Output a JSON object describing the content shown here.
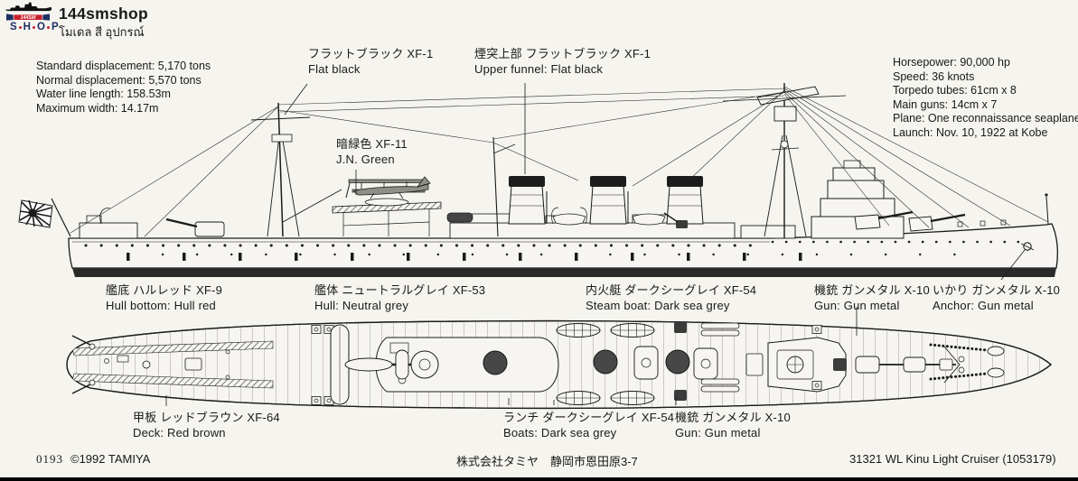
{
  "colors": {
    "paper": "#f5f4ef",
    "ink": "#1b1b1b",
    "logo_red": "#c8202a",
    "logo_navy": "#1d2f63"
  },
  "header": {
    "brand": "144smshop",
    "subtitle_thai": "โมเดล สี อุปกรณ์",
    "badge": "144SM",
    "shop_letters": [
      "S",
      "H",
      "O",
      "P"
    ]
  },
  "specs_left": {
    "lines": [
      "Standard displacement: 5,170 tons",
      "Normal displacement: 5,570 tons",
      "Water line length: 158.53m",
      "Maximum width: 14.17m"
    ]
  },
  "specs_right": {
    "lines": [
      "Horsepower: 90,000 hp",
      "Speed: 36 knots",
      "Torpedo tubes: 61cm x 8",
      "Main guns: 14cm x 7",
      "Plane: One reconnaissance seaplane",
      "Launch: Nov. 10, 1922 at Kobe"
    ]
  },
  "callouts": {
    "flat_black": {
      "jp": "フラットブラック  XF-1",
      "en": "Flat black"
    },
    "upper_funnel": {
      "jp": "煙突上部 フラットブラック  XF-1",
      "en": "Upper funnel: Flat black"
    },
    "jn_green": {
      "jp": "暗緑色  XF-11",
      "en": "J.N. Green"
    },
    "hull_bottom": {
      "jp": "艦底 ハルレッド  XF-9",
      "en": "Hull bottom: Hull red"
    },
    "hull": {
      "jp": "艦体 ニュートラルグレイ  XF-53",
      "en": "Hull: Neutral grey"
    },
    "steam_boat": {
      "jp": "内火艇 ダークシーグレイ  XF-54",
      "en": "Steam boat: Dark sea grey"
    },
    "gun_side": {
      "jp": "機銃 ガンメタル  X-10",
      "en": "Gun: Gun metal"
    },
    "anchor": {
      "jp": "いかり ガンメタル  X-10",
      "en": "Anchor: Gun metal"
    },
    "deck": {
      "jp": "甲板 レッドブラウン  XF-64",
      "en": "Deck: Red brown"
    },
    "boats": {
      "jp": "ランチ ダークシーグレイ  XF-54",
      "en": "Boats: Dark sea grey"
    },
    "gun_deck": {
      "jp": "機銃 ガンメタル  X-10",
      "en": "Gun: Gun metal"
    }
  },
  "footer": {
    "code": "0193",
    "copyright": "©1992 TAMIYA",
    "address": "株式会社タミヤ　静岡市恩田原3-7",
    "product": "31321  WL Kinu Light Cruiser (1053179)"
  }
}
